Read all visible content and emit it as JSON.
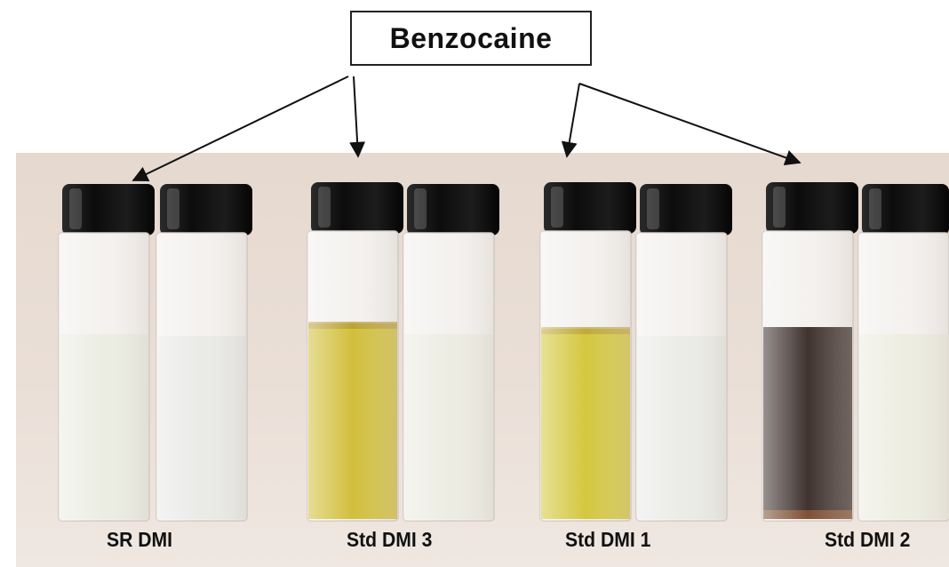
{
  "callout": {
    "title": "Benzocaine"
  },
  "groups": [
    {
      "label": "SR DMI",
      "left_liquid": "#e8eadd",
      "right_liquid": "#e6e7e3"
    },
    {
      "label": "Std DMI 3",
      "left_liquid": "#c9b418",
      "right_liquid": "#e9e9dd"
    },
    {
      "label": "Std DMI 1",
      "left_liquid": "#ccbd1c",
      "right_liquid": "#e7e8e3"
    },
    {
      "label": "Std DMI 2",
      "left_liquid": "#1e0f0a",
      "right_liquid": "#eaeadb"
    }
  ],
  "colors": {
    "cap": "#111111",
    "glass": "#f4f1ee",
    "backdrop": "#e8ddd4"
  }
}
